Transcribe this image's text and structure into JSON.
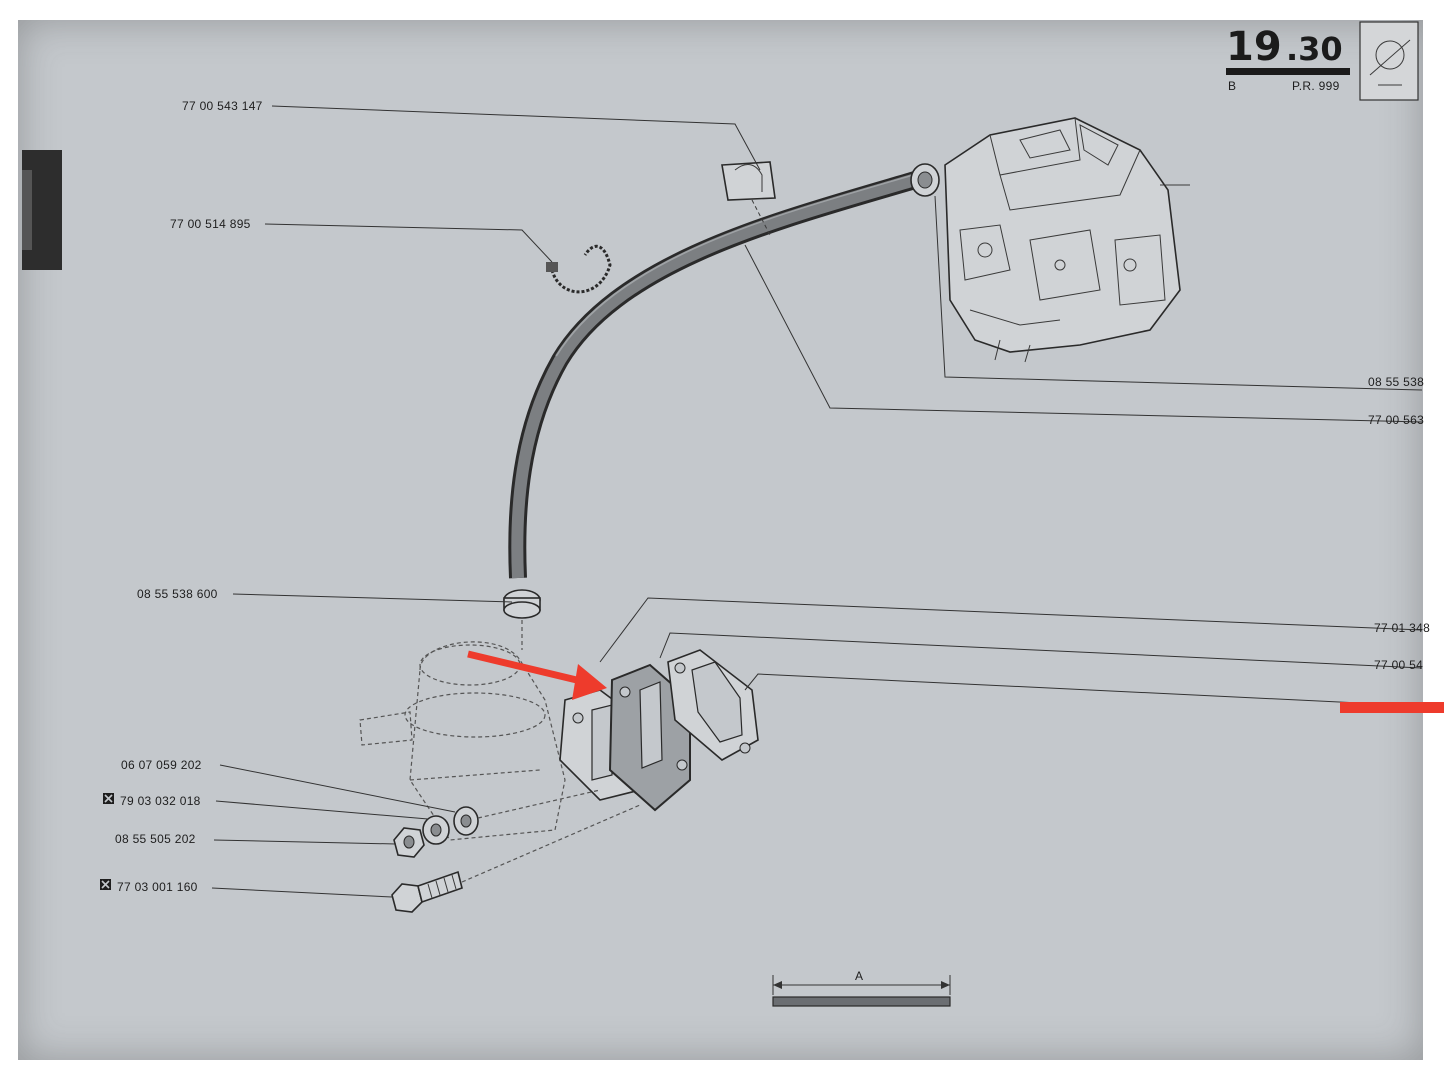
{
  "header": {
    "section_number": "19",
    "section_sub": ".30",
    "variant": "B",
    "pr_code": "P.R. 999"
  },
  "callouts": [
    {
      "id": "hose-clip",
      "ref": "77 00 543 147",
      "marked": false
    },
    {
      "id": "tie-wrap",
      "ref": "77 00 514 895",
      "marked": false
    },
    {
      "id": "carb-union",
      "ref": "08 55 538",
      "marked": false
    },
    {
      "id": "fuel-hose",
      "ref": "77 00 563",
      "marked": false
    },
    {
      "id": "pump-union",
      "ref": "08 55 538 600",
      "marked": false
    },
    {
      "id": "spacer-block",
      "ref": "77 01 348",
      "marked": false
    },
    {
      "id": "gasket-a",
      "ref": "77 00 54",
      "marked": false
    },
    {
      "id": "washer",
      "ref": "06 07 059 202",
      "marked": false
    },
    {
      "id": "lock-washer",
      "ref": "79 03 032 018",
      "marked": true
    },
    {
      "id": "nut",
      "ref": "08 55 505 202",
      "marked": false
    },
    {
      "id": "stud",
      "ref": "77 03 001 160",
      "marked": true
    }
  ],
  "scale_bar": {
    "label": "A"
  },
  "annotation": {
    "color": "#ee3b2c"
  },
  "colors": {
    "paper": "#c4c8cc",
    "ink": "#1e1e1e"
  }
}
